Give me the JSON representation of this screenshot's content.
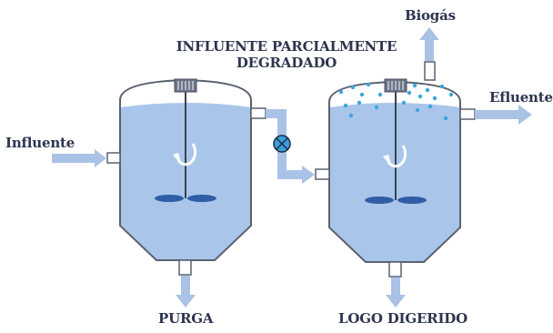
{
  "labels": {
    "influente": "Influente",
    "intermediate_line1": "INFLUENTE PARCIALMENTE",
    "intermediate_line2": "DEGRADADO",
    "biogas": "Biogás",
    "efluente": "Efluente",
    "purga": "PURGA",
    "logo_digerido": "LOGO DIGERIDO"
  },
  "colors": {
    "outline": "#5a6170",
    "liquid": "#a9c6ea",
    "liquid_top": "#c0d5f1",
    "arrow": "#a9c2e6",
    "bubble": "#3ba7dc",
    "impeller": "#2f5ea6",
    "valve_fill": "#3a9fd9",
    "label": "#2d3550"
  },
  "icons": {
    "stirring": "rotation-arrow-icon",
    "valve": "valve-icon",
    "motor": "motor-icon"
  }
}
